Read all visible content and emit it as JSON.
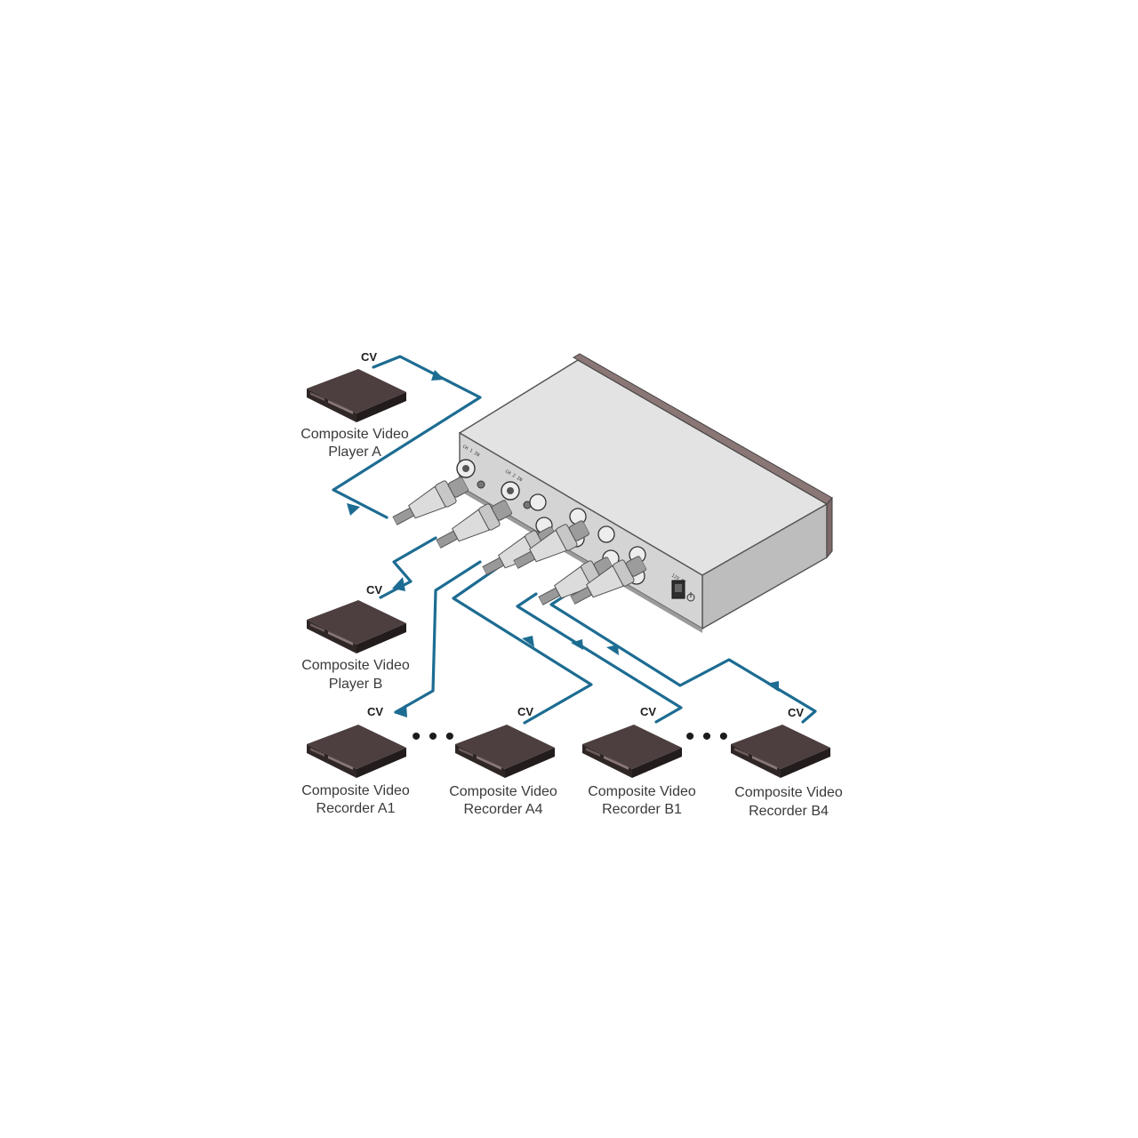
{
  "connector_label": "CV",
  "colors": {
    "cable": "#1d6c92",
    "device_top": "#4d3f3f",
    "device_front": "#2f2626",
    "chassis_top": "#e3e3e3",
    "chassis_front": "#d4d4d4",
    "chassis_side": "#bdbdbd"
  },
  "devices": {
    "player_a": {
      "line1": "Composite Video",
      "line2": "Player A"
    },
    "player_b": {
      "line1": "Composite Video",
      "line2": "Player B"
    },
    "recorder_a1": {
      "line1": "Composite Video",
      "line2": "Recorder A1"
    },
    "recorder_a4": {
      "line1": "Composite Video",
      "line2": "Recorder A4"
    },
    "recorder_b1": {
      "line1": "Composite Video",
      "line2": "Recorder B1"
    },
    "recorder_b4": {
      "line1": "Composite Video",
      "line2": "Recorder B4"
    }
  },
  "ellipsis": "• • •",
  "panel": {
    "ch1_in": "CH 1 IN",
    "ch2_in": "CH 2 IN",
    "power": "12V DC"
  }
}
